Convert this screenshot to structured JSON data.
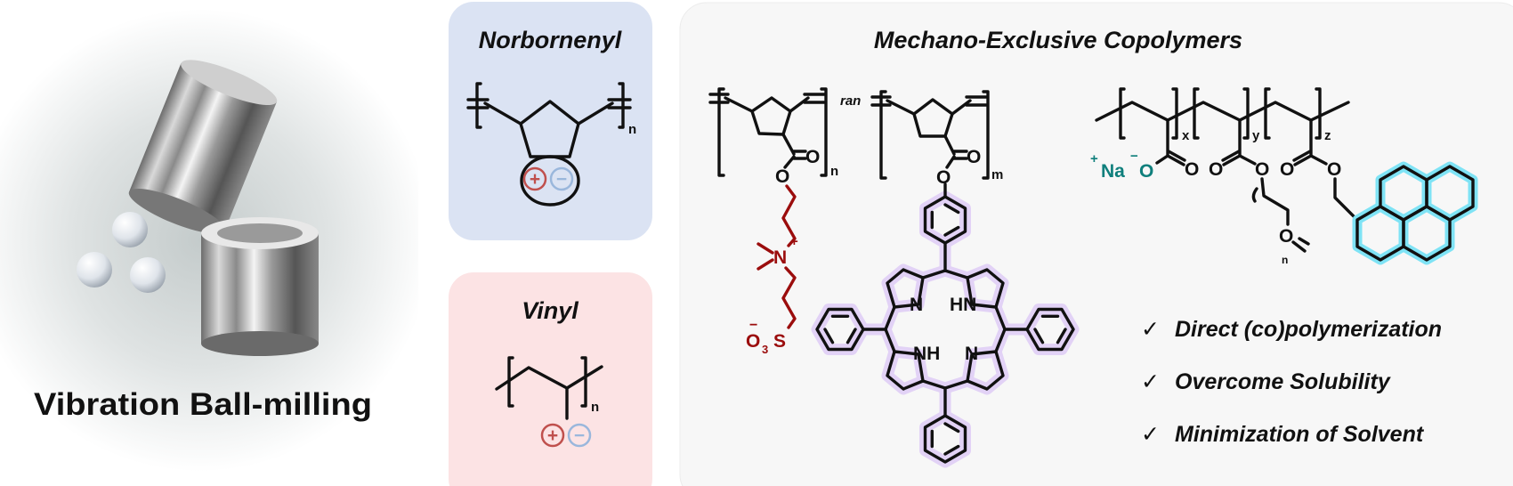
{
  "left": {
    "title": "Vibration Ball-milling"
  },
  "norbornenyl": {
    "title": "Norbornenyl",
    "repeat": "n",
    "plus": "+",
    "minus": "−"
  },
  "vinyl": {
    "title": "Vinyl",
    "repeat": "n",
    "plus": "+",
    "minus": "−"
  },
  "copolymers": {
    "title": "Mechano-Exclusive Copolymers",
    "poly1": {
      "ran": "ran",
      "n": "n",
      "m": "m",
      "O": "O",
      "N": "N",
      "N_charge": "+",
      "S": "S",
      "O3": "O",
      "O3_sub": "3",
      "O3_charge": "−",
      "porphyrin_N": "N",
      "porphyrin_HN": "HN",
      "porphyrin_NH": "NH"
    },
    "poly2": {
      "x": "x",
      "y": "y",
      "z": "z",
      "Na": "Na",
      "Na_charge": "+",
      "O_charge": "−",
      "O": "O",
      "n": "n"
    },
    "colors": {
      "zwitterion": "#9b0d0d",
      "sodium_carboxylate": "#0f7f7c",
      "porphyrin_highlight": "#e2d2f6",
      "pyrene_highlight": "#7fe3f5"
    }
  },
  "checklist": {
    "mark": "✓",
    "items": [
      "Direct (co)polymerization",
      "Overcome Solubility",
      "Minimization of Solvent"
    ]
  },
  "panel_colors": {
    "norbornenyl": "#dbe3f3",
    "vinyl": "#fce3e4",
    "copolymers": "#f7f7f7"
  }
}
